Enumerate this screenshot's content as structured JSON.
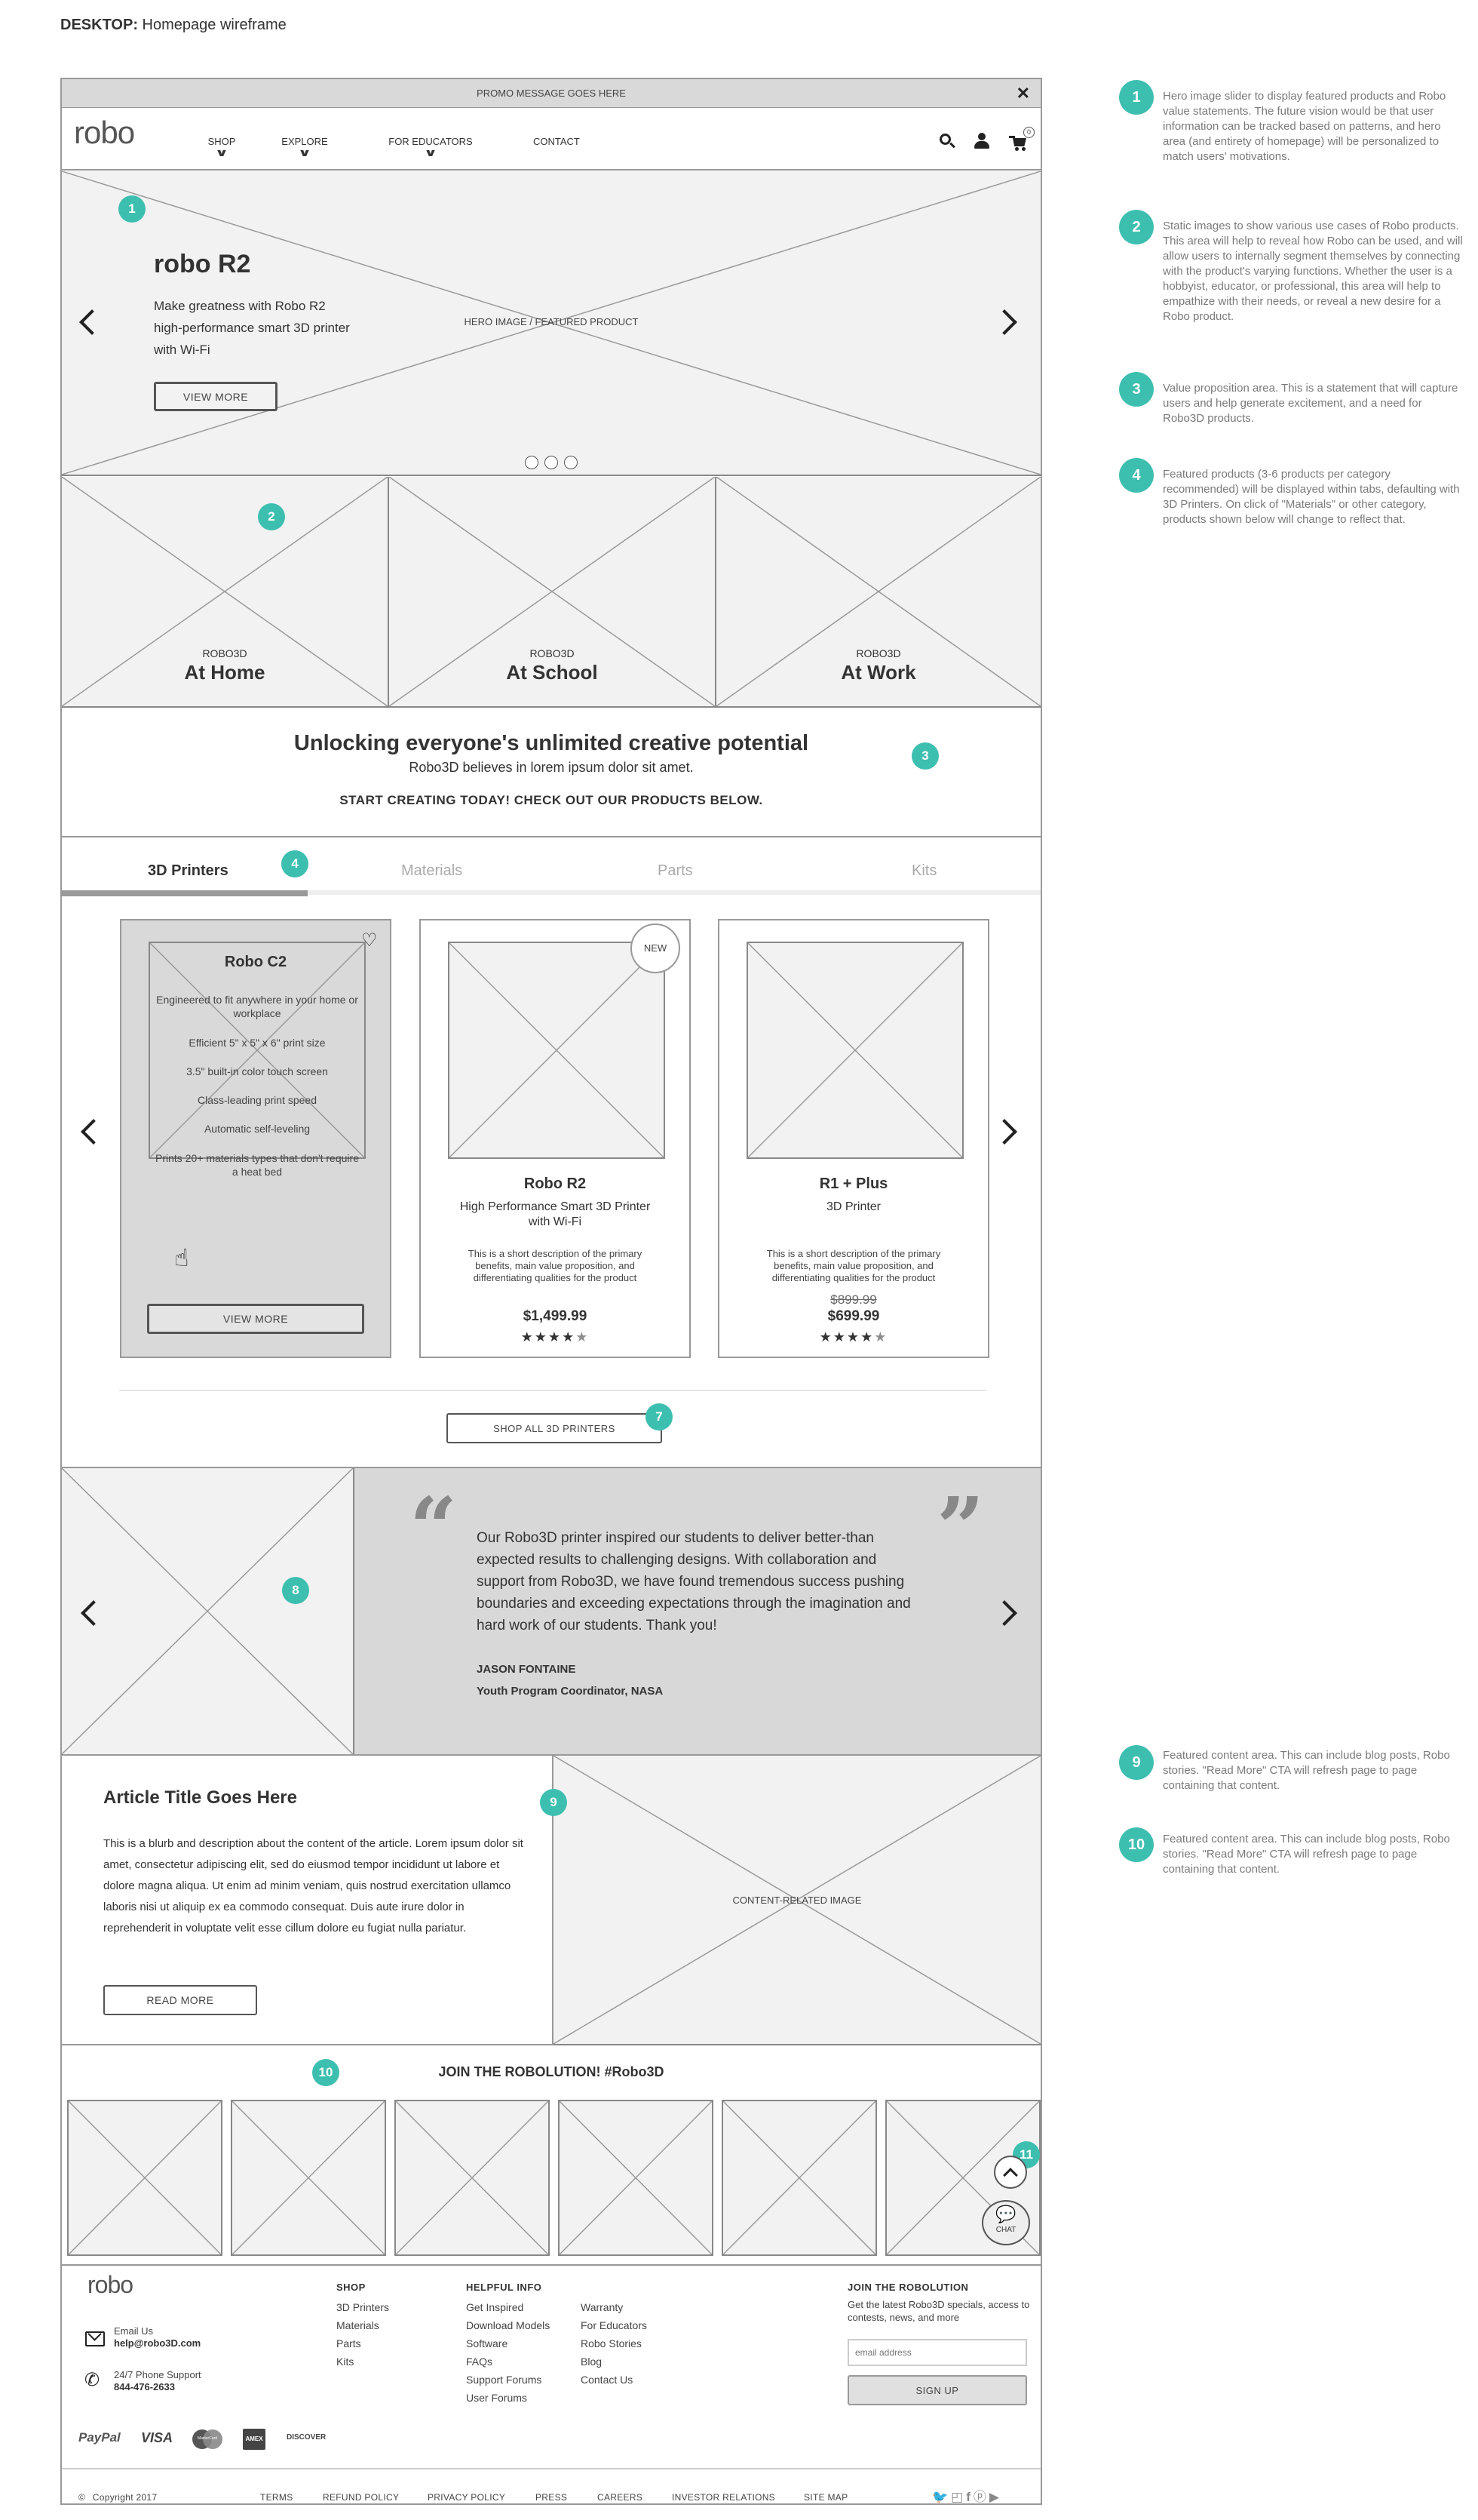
{
  "page_title_prefix": "DESKTOP:",
  "page_title": "Homepage wireframe",
  "promo": "PROMO MESSAGE GOES HERE",
  "logo": "robo",
  "nav": [
    {
      "label": "SHOP"
    },
    {
      "label": "EXPLORE"
    },
    {
      "label": "FOR EDUCATORS"
    },
    {
      "label": "CONTACT"
    }
  ],
  "cart_count": "0",
  "hero": {
    "title": "robo R2",
    "text": "Make greatness with Robo R2 high-performance smart 3D printer with Wi-Fi",
    "image_label": "HERO IMAGE / FEATURED PRODUCT",
    "button": "VIEW MORE"
  },
  "use_cases": [
    {
      "brand": "ROBO3D",
      "title": "At Home"
    },
    {
      "brand": "ROBO3D",
      "title": "At School"
    },
    {
      "brand": "ROBO3D",
      "title": "At Work"
    }
  ],
  "value_prop": {
    "headline": "Unlocking everyone's unlimited creative potential",
    "sub": "Robo3D believes in lorem ipsum dolor sit amet.",
    "cta": "START CREATING TODAY! CHECK OUT OUR PRODUCTS BELOW."
  },
  "tabs": [
    "3D Printers",
    "Materials",
    "Parts",
    "Kits"
  ],
  "products": {
    "c2": {
      "name": "Robo C2",
      "features": [
        "Engineered to fit anywhere in your home or workplace",
        "Efficient 5\" x 5\" x 6\" print size",
        "3.5\" built-in color touch screen",
        "Class-leading print speed",
        "Automatic self-leveling",
        "Prints 20+ materials types that don't require a heat bed"
      ],
      "button": "VIEW MORE"
    },
    "r2": {
      "badge": "NEW",
      "name": "Robo R2",
      "subtitle": "High Performance Smart 3D Printer with Wi-Fi",
      "desc": "This is a short description of the primary benefits, main value proposition, and differentiating qualities for the product",
      "price": "$1,499.99",
      "rating": 4.5
    },
    "r1": {
      "name": "R1 + Plus",
      "subtitle": "3D Printer",
      "desc": "This is a short description of the primary benefits, main value proposition, and differentiating qualities for the product",
      "old_price": "$899.99",
      "price": "$699.99",
      "rating": 4.5
    }
  },
  "shop_all": "SHOP ALL 3D PRINTERS",
  "testimonial": {
    "quote": "Our Robo3D printer inspired our students to deliver better-than expected results to challenging designs. With collaboration and support from Robo3D, we have found tremendous success pushing boundaries and exceeding expectations through the imagination and hard work of our students. Thank you!",
    "name": "JASON FONTAINE",
    "role": "Youth Program Coordinator, NASA"
  },
  "article": {
    "title": "Article Title Goes Here",
    "body": "This is a blurb and description about the content of the article. Lorem ipsum dolor sit amet, consectetur adipiscing elit, sed do eiusmod tempor incididunt ut labore et dolore magna aliqua. Ut enim ad minim veniam, quis nostrud exercitation ullamco laboris nisi ut aliquip ex ea commodo consequat. Duis aute irure dolor in reprehenderit in voluptate velit esse cillum dolore eu fugiat nulla pariatur.",
    "button": "READ MORE",
    "image_label": "CONTENT-RELATED IMAGE"
  },
  "social": {
    "heading": "JOIN THE ROBOLUTION! #Robo3D"
  },
  "chat_label": "CHAT",
  "footer": {
    "logo": "robo",
    "email_label": "Email Us",
    "email": "help@robo3D.com",
    "phone_label": "24/7 Phone Support",
    "phone": "844-476-2633",
    "shop_heading": "SHOP",
    "shop_links": [
      "3D Printers",
      "Materials",
      "Parts",
      "Kits"
    ],
    "helpful_heading": "HELPFUL INFO",
    "helpful_col1": [
      "Get Inspired",
      "Download Models",
      "Software",
      "FAQs",
      "Support Forums",
      "User Forums"
    ],
    "helpful_col2": [
      "Warranty",
      "For Educators",
      "Robo Stories",
      "Blog",
      "Contact Us"
    ],
    "join_heading": "JOIN THE ROBOLUTION",
    "join_text": "Get the latest Robo3D specials, access to contests, news, and more",
    "email_placeholder": "email address",
    "signup": "SIGN UP",
    "payments": [
      "PayPal",
      "VISA",
      "MasterCard",
      "AMEX",
      "DISCOVER"
    ],
    "copyright": "Copyright 2017",
    "legal_links": [
      "TERMS",
      "REFUND POLICY",
      "PRIVACY POLICY",
      "PRESS",
      "CAREERS",
      "INVESTOR RELATIONS",
      "SITE MAP"
    ]
  },
  "notes": [
    {
      "num": "1",
      "text": "Hero image slider to display featured products and Robo value statements. The future vision would be that user information can be tracked based on patterns, and hero area (and entirety of homepage) will be personalized to match users' motivations."
    },
    {
      "num": "2",
      "text": "Static images to show various use cases of Robo products. This area will help to reveal how Robo can be used, and will allow users to internally segment themselves by connecting with the product's varying functions. Whether the user is a hobbyist, educator, or professional, this area will help to empathize with their needs, or reveal a new desire for a Robo product."
    },
    {
      "num": "3",
      "text": "Value proposition area. This is a statement that will capture users and help generate excitement, and a need for Robo3D products."
    },
    {
      "num": "4",
      "text": "Featured products (3-6 products per category recommended) will be displayed within tabs, defaulting with 3D Printers. On click of \"Materials\" or other category, products shown below will change to reflect that."
    },
    {
      "num": "9",
      "text": "Featured content area. This can include blog posts, Robo stories. \"Read More\" CTA will refresh page to page containing that content."
    },
    {
      "num": "10",
      "text": "Featured content area. This can include blog posts, Robo stories. \"Read More\" CTA will refresh page to page containing that content."
    }
  ],
  "badges": [
    "1",
    "2",
    "3",
    "4",
    "7",
    "8",
    "9",
    "10",
    "11"
  ]
}
